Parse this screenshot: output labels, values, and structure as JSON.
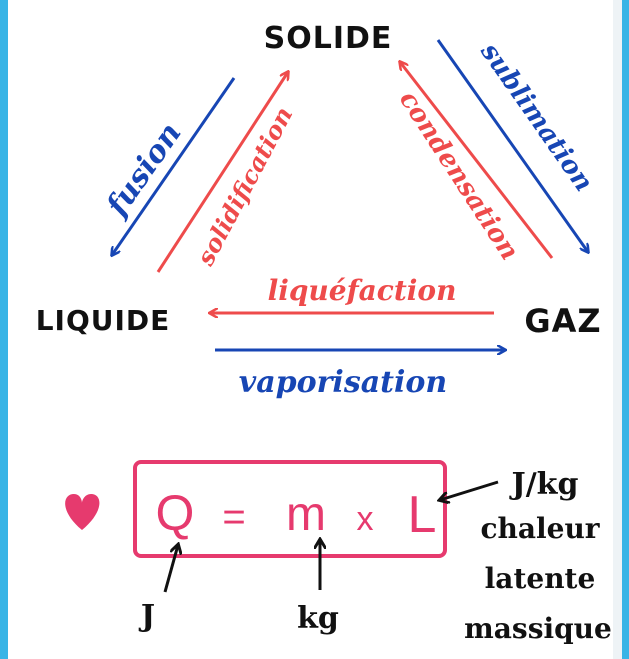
{
  "states": {
    "solid": "SOLIDE",
    "liquid": "LIQUIDE",
    "gas": "GAZ"
  },
  "transitions": {
    "fusion": "fusion",
    "solidification": "solidification",
    "sublimation": "sublimation",
    "condensation": "condensation",
    "liquefaction": "liquéfaction",
    "vaporisation": "vaporisation"
  },
  "formula": {
    "q": "Q",
    "equals": "=",
    "m": "m",
    "times": "x",
    "l": "L"
  },
  "units": {
    "q_unit": "J",
    "m_unit": "kg",
    "l_unit": "J/kg"
  },
  "notes": {
    "l_desc_line1": "chaleur",
    "l_desc_line2": "latente",
    "l_desc_line3": "massique"
  },
  "colors": {
    "blue": "#1746b4",
    "red": "#ee4b4b",
    "pink": "#e63a6e",
    "frame": "#38b4e6"
  },
  "icons": {
    "heart": "heart-icon"
  }
}
